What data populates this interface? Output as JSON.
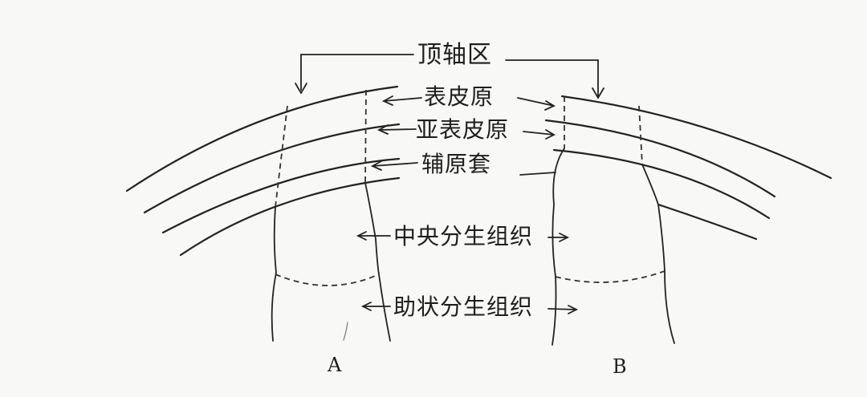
{
  "labels": {
    "apical_axial_zone": "顶轴区",
    "epidermis_primordium": "表皮原",
    "subepidermis_primordium": "亚表皮原",
    "accessory_tunica": "辅原套",
    "central_meristem": "中央分生组织",
    "flank_meristem": "助状分生组织",
    "panel_a": "A",
    "panel_b": "B"
  }
}
